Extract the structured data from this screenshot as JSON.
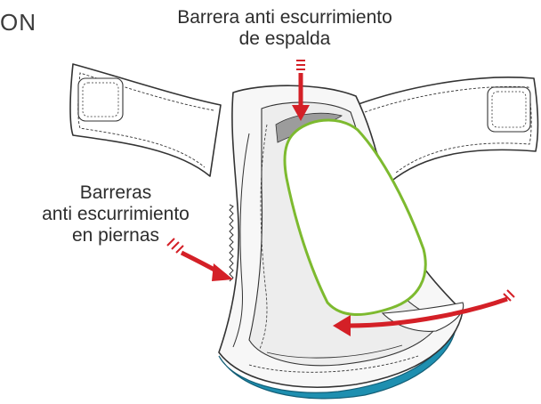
{
  "brand_text": "ON",
  "labels": {
    "back_barrier_line1": "Barrera anti escurrimiento",
    "back_barrier_line2": "de espalda",
    "leg_barriers_line1": "Barreras",
    "leg_barriers_line2": "anti escurrimiento",
    "leg_barriers_line3": "en piernas"
  },
  "colors": {
    "arrow": "#d42027",
    "pad_outline": "#7dba2f",
    "waistband_edge": "#1e8fb0",
    "line": "#333333"
  }
}
